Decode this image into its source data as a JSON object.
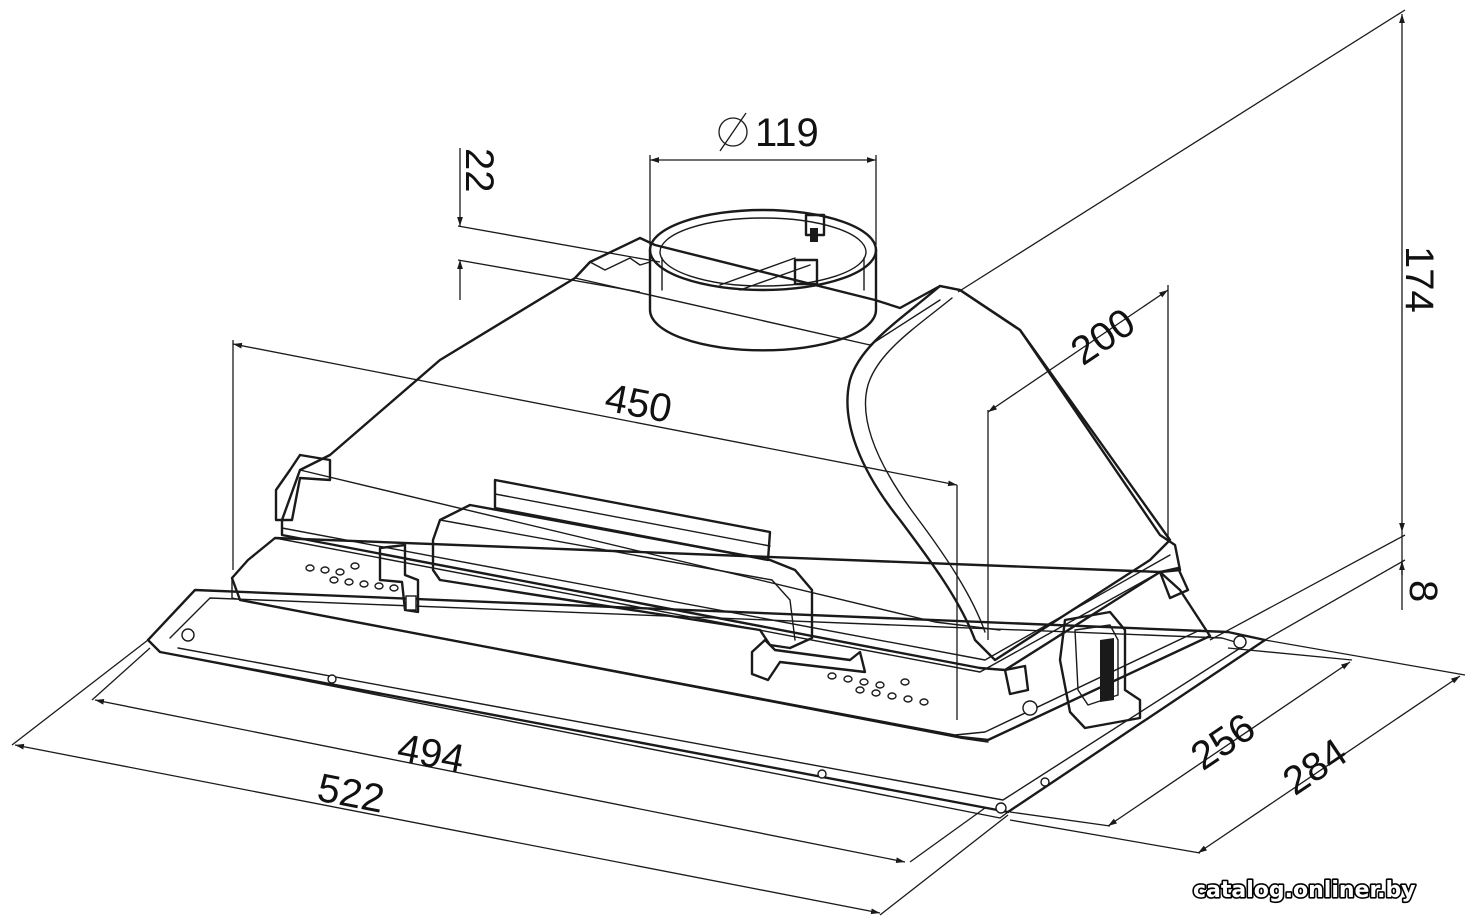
{
  "dimensions": {
    "duct_diameter": "119",
    "collar_height": "22",
    "inner_width": "450",
    "inner_depth": "200",
    "total_height": "174",
    "frame_thickness": "8",
    "body_width": "494",
    "frame_width": "522",
    "body_depth": "256",
    "frame_depth": "284"
  },
  "watermark": "catalog.onliner.by",
  "colors": {
    "line": "#1a1a1a",
    "background": "#ffffff"
  }
}
